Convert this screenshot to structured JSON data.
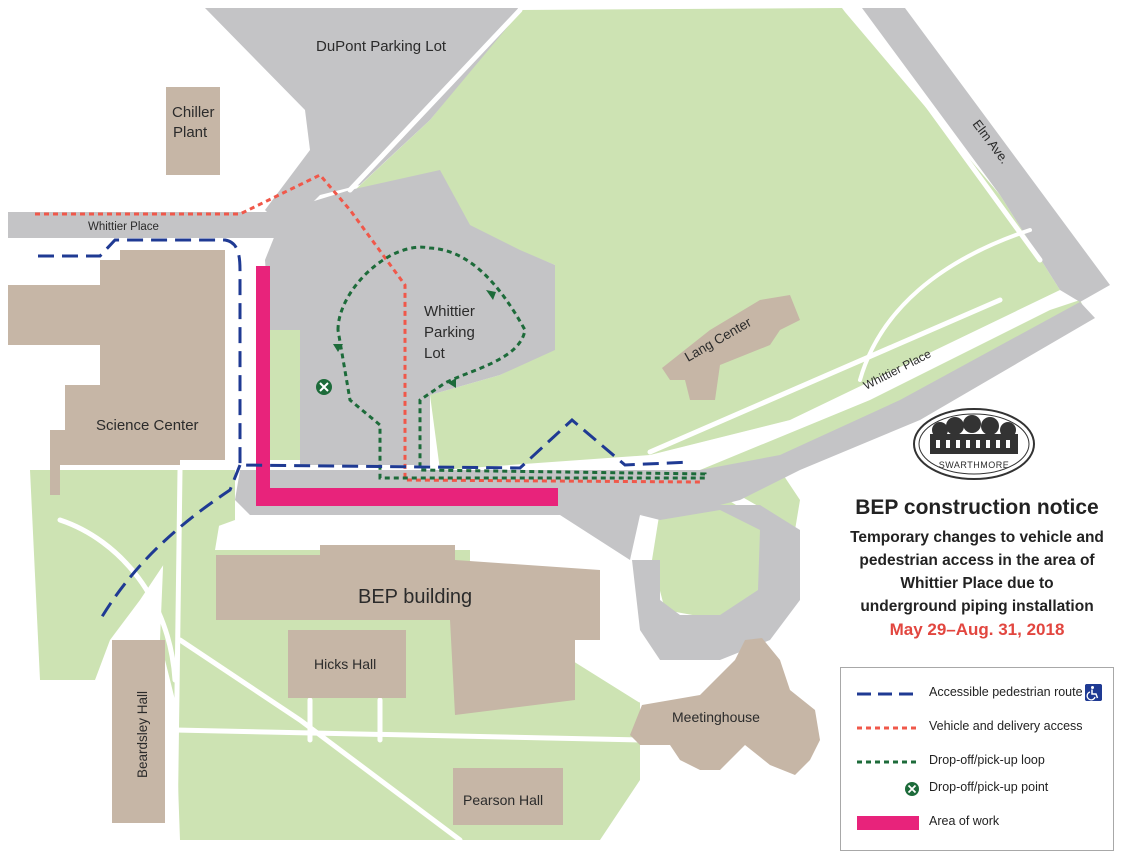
{
  "map": {
    "labels": {
      "dupont_lot": "DuPont Parking Lot",
      "chiller_plant_1": "Chiller",
      "chiller_plant_2": "Plant",
      "whittier_place_west": "Whittier Place",
      "whittier_place_east": "Whittier Place",
      "elm_ave": "Elm Ave.",
      "whittier_lot_1": "Whittier",
      "whittier_lot_2": "Parking",
      "whittier_lot_3": "Lot",
      "lang_center": "Lang Center",
      "science_center": "Science Center",
      "bep_building": "BEP building",
      "hicks_hall": "Hicks Hall",
      "beardsley_hall": "Beardsley Hall",
      "pearson_hall": "Pearson Hall",
      "meetinghouse": "Meetinghouse"
    },
    "colors": {
      "grass": "#cde3b3",
      "road": "#c4c4c6",
      "building": "#c6b6a6",
      "path": "#ffffff",
      "pedestrian_route": "#1f3a93",
      "vehicle_access": "#f0584a",
      "dropoff_loop": "#1d6b3a",
      "area_of_work": "#e8237b"
    }
  },
  "logo": {
    "name": "SWARTHMORE",
    "icon": "swarthmore-seal-icon"
  },
  "notice": {
    "title": "BEP construction notice",
    "description_lines": [
      "Temporary changes to vehicle and",
      "pedestrian access in the area of",
      "Whittier Place due to",
      "underground piping installation"
    ],
    "dates": "May 29–Aug. 31, 2018"
  },
  "legend": {
    "items": [
      {
        "label": "Accessible pedestrian route",
        "icon": "wheelchair-icon"
      },
      {
        "label": "Vehicle and delivery access"
      },
      {
        "label": "Drop-off/pick-up loop"
      },
      {
        "label": "Drop-off/pick-up point",
        "icon": "dropoff-point-icon"
      },
      {
        "label": "Area of work"
      }
    ]
  }
}
